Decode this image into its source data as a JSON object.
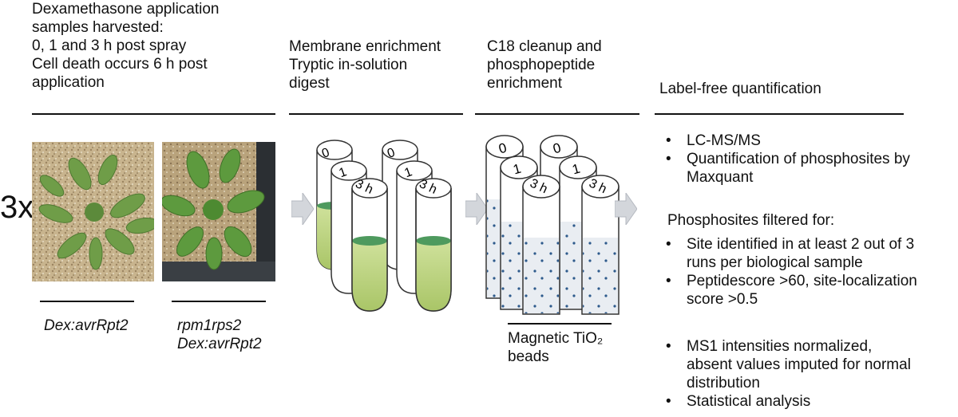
{
  "colors": {
    "text": "#111111",
    "arrow": "#d3d6db",
    "green_liquid": "#b7cf7c",
    "pellet": "#4e9a5e",
    "bead_fill": "#e8ebf0",
    "bead_dot": "#2d5a8c",
    "soil": "#c9b38c",
    "leaf": "#6a9a45"
  },
  "step1": {
    "header_lines": [
      "Dexamethasone application",
      "samples harvested:",
      "0, 1 and 3 h post spray",
      "Cell death occurs 6 h post",
      "application"
    ],
    "replicates": "3x",
    "plant_left_caption": "Dex:avrRpt2",
    "plant_right_caption_lines": [
      "rpm1rps2",
      "Dex:avrRpt2"
    ]
  },
  "step2": {
    "header_lines": [
      "Membrane enrichment",
      "Tryptic in-solution",
      "digest"
    ],
    "tube_labels": [
      "0",
      "1",
      "3 h"
    ]
  },
  "step3": {
    "header_lines": [
      "C18 cleanup and",
      "phosphopeptide",
      "enrichment"
    ],
    "tube_labels": [
      "0",
      "1",
      "3 h"
    ],
    "beads_label_lines": [
      "Magnetic TiO₂",
      "beads"
    ]
  },
  "step4": {
    "header": "Label-free quantification",
    "bullet_char": "•",
    "list1": [
      {
        "lines": [
          "LC-MS/MS"
        ]
      },
      {
        "lines": [
          "Quantification of phosphosites by",
          "Maxquant"
        ]
      }
    ],
    "filter_heading": "Phosphosites filtered for:",
    "list2": [
      {
        "lines": [
          "Site identified in at least 2 out of 3",
          "runs per biological sample"
        ]
      },
      {
        "lines": [
          "Peptidescore >60, site-localization",
          "score >0.5"
        ]
      }
    ],
    "list3": [
      {
        "lines": [
          "MS1 intensities normalized,",
          "absent values imputed for normal",
          "distribution"
        ]
      },
      {
        "lines": [
          "Statistical analysis"
        ]
      }
    ]
  }
}
